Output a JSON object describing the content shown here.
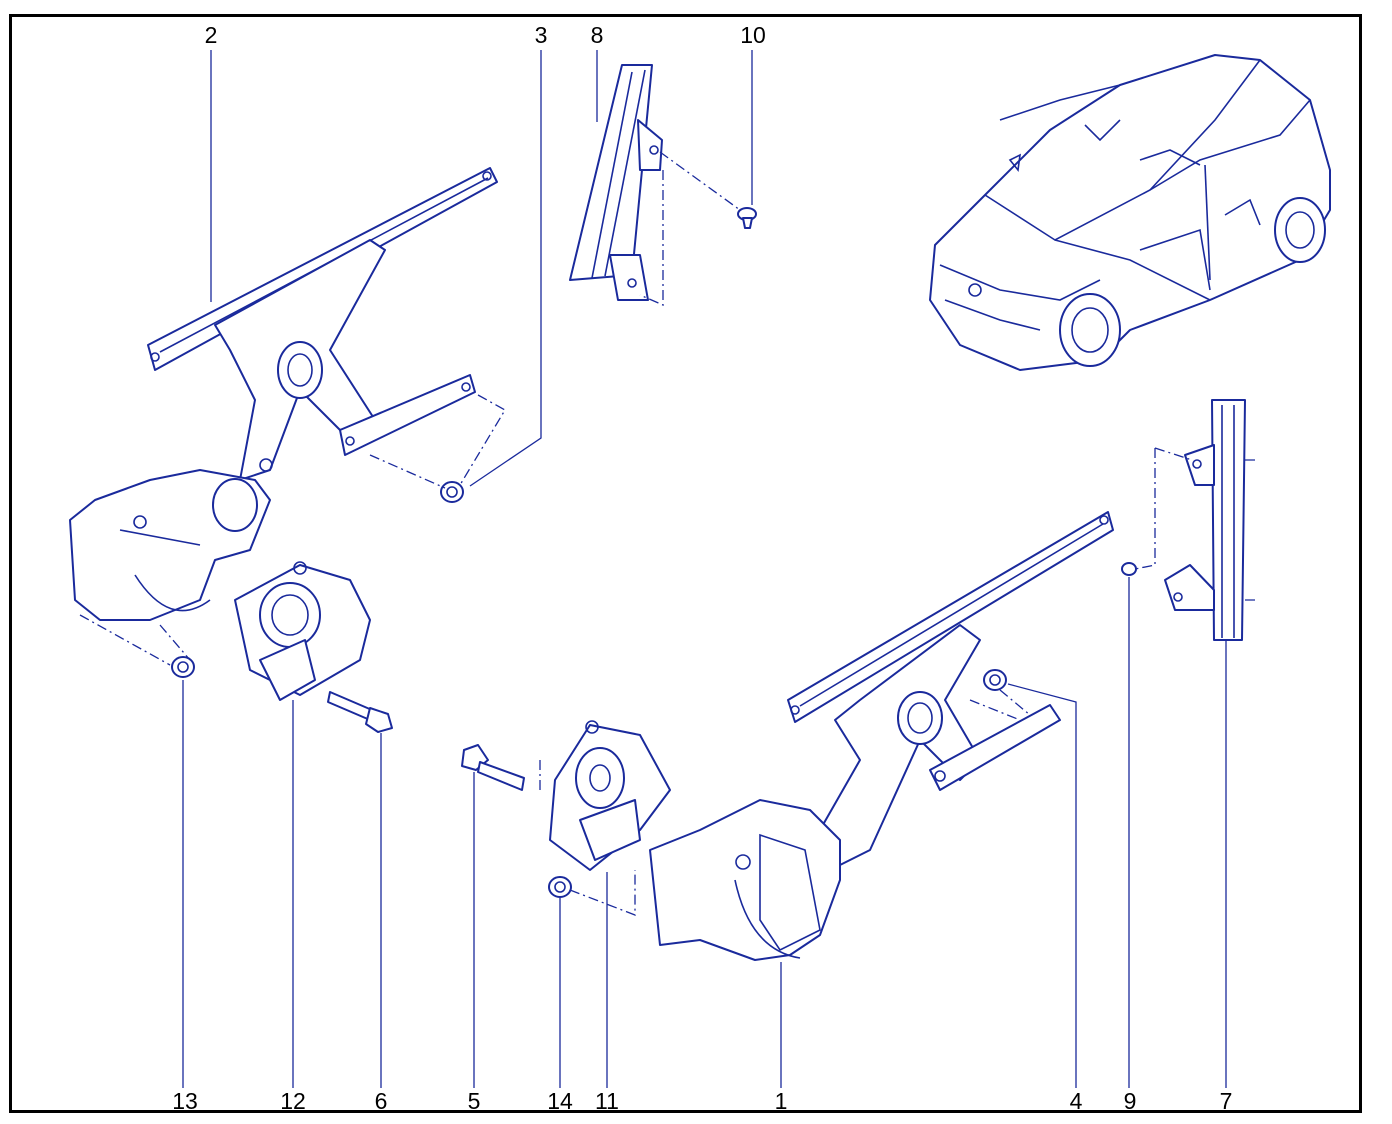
{
  "callouts": [
    {
      "id": "c2",
      "label": "2"
    },
    {
      "id": "c3",
      "label": "3"
    },
    {
      "id": "c8",
      "label": "8"
    },
    {
      "id": "c10",
      "label": "10"
    },
    {
      "id": "c13",
      "label": "13"
    },
    {
      "id": "c12",
      "label": "12"
    },
    {
      "id": "c6",
      "label": "6"
    },
    {
      "id": "c5",
      "label": "5"
    },
    {
      "id": "c14",
      "label": "14"
    },
    {
      "id": "c11",
      "label": "11"
    },
    {
      "id": "c1",
      "label": "1"
    },
    {
      "id": "c4",
      "label": "4"
    },
    {
      "id": "c9",
      "label": "9"
    },
    {
      "id": "c7",
      "label": "7"
    }
  ],
  "colors": {
    "line": "#1a2a9c",
    "frame": "#000000",
    "background": "#ffffff"
  }
}
